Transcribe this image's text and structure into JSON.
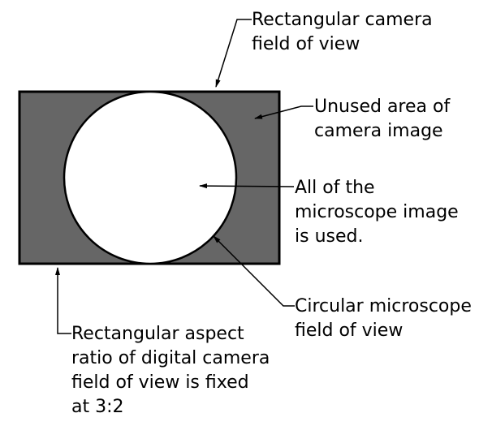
{
  "colors": {
    "unused_area": "#666666",
    "microscope_field": "#ffffff",
    "outline": "#000000",
    "background": "#ffffff"
  },
  "labels": {
    "camera_field": [
      "Rectangular camera",
      "field of view"
    ],
    "unused_area": [
      "Unused area of",
      "camera image"
    ],
    "microscope_used": [
      "All of the",
      "microscope image",
      "is used."
    ],
    "microscope_field": [
      "Circular microscope",
      "field of view"
    ],
    "aspect_ratio": [
      "Rectangular aspect",
      "ratio of digital camera",
      "field of view is fixed",
      "at 3:2"
    ]
  }
}
